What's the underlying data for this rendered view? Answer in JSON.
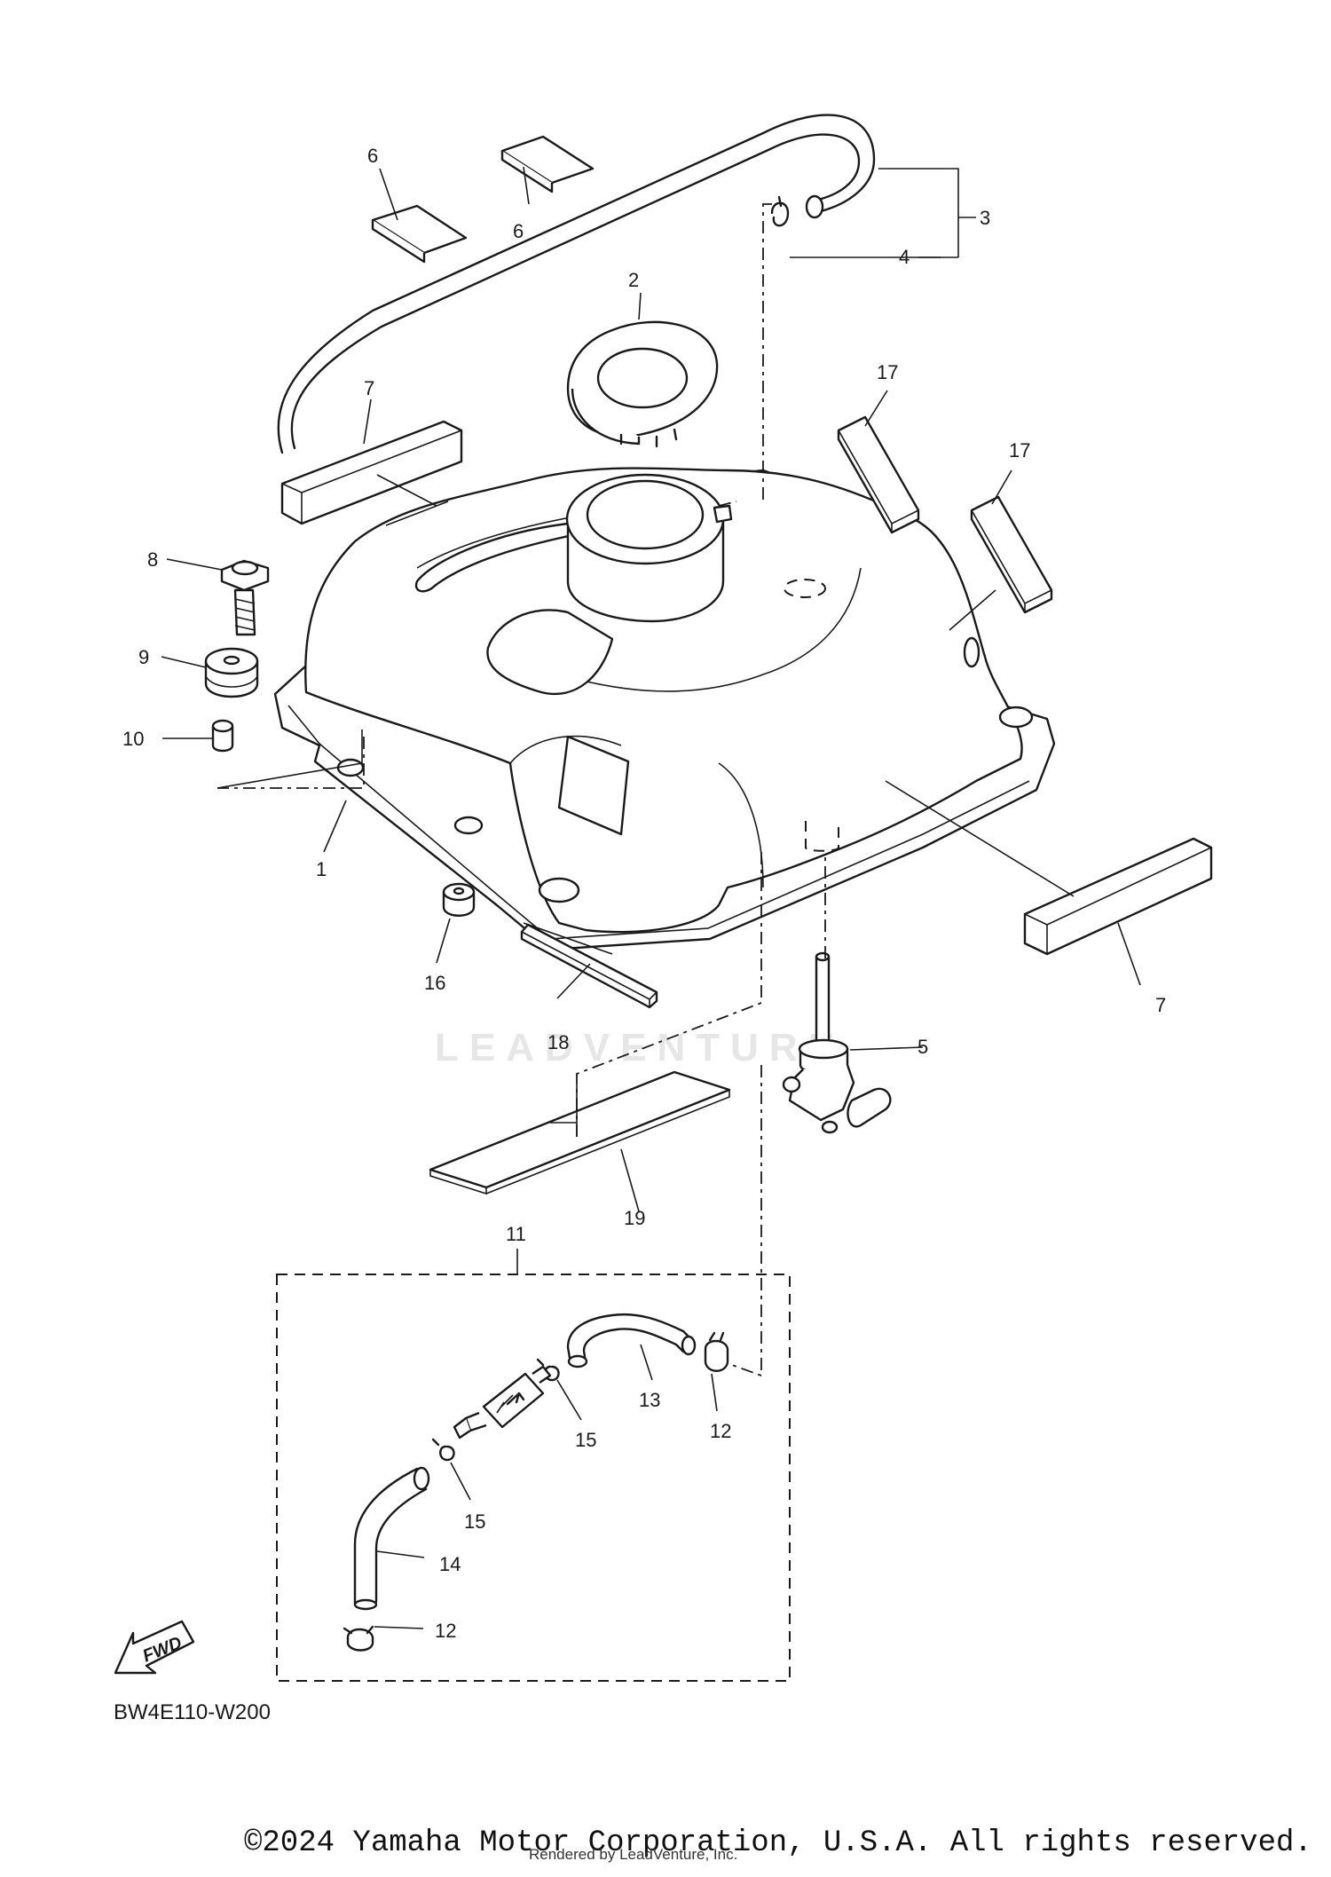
{
  "diagram": {
    "callouts": [
      {
        "id": "c1",
        "text": "1"
      },
      {
        "id": "c2",
        "text": "2"
      },
      {
        "id": "c3",
        "text": "3"
      },
      {
        "id": "c4",
        "text": "4"
      },
      {
        "id": "c5",
        "text": "5"
      },
      {
        "id": "c6a",
        "text": "6"
      },
      {
        "id": "c6b",
        "text": "6"
      },
      {
        "id": "c7a",
        "text": "7"
      },
      {
        "id": "c7b",
        "text": "7"
      },
      {
        "id": "c8",
        "text": "8"
      },
      {
        "id": "c9",
        "text": "9"
      },
      {
        "id": "c10",
        "text": "10"
      },
      {
        "id": "c11",
        "text": "11"
      },
      {
        "id": "c12a",
        "text": "12"
      },
      {
        "id": "c12b",
        "text": "12"
      },
      {
        "id": "c13",
        "text": "13"
      },
      {
        "id": "c14",
        "text": "14"
      },
      {
        "id": "c15a",
        "text": "15"
      },
      {
        "id": "c15b",
        "text": "15"
      },
      {
        "id": "c16",
        "text": "16"
      },
      {
        "id": "c17a",
        "text": "17"
      },
      {
        "id": "c17b",
        "text": "17"
      },
      {
        "id": "c18",
        "text": "18"
      },
      {
        "id": "c19",
        "text": "19"
      }
    ],
    "fwd_label": "FWD",
    "diagram_code": "BW4E110-W200",
    "watermark": "LEADVENTURE"
  },
  "footer": {
    "copyright": "©2024 Yamaha Motor Corporation, U.S.A. All rights reserved.",
    "rendered_by": "Rendered by LeadVenture, Inc."
  }
}
